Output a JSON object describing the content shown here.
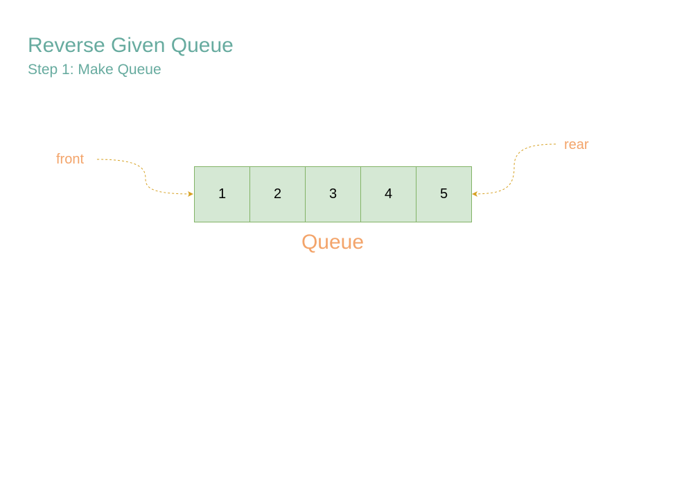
{
  "header": {
    "title": "Reverse Given Queue",
    "subtitle": "Step 1: Make Queue"
  },
  "pointers": {
    "front_label": "front",
    "rear_label": "rear"
  },
  "queue": {
    "caption": "Queue",
    "items": [
      "1",
      "2",
      "3",
      "4",
      "5"
    ]
  },
  "colors": {
    "title": "#67AB9F",
    "pointer_label": "#F3A46A",
    "connector": "#D6A021",
    "cell_fill": "#D5E8D4",
    "cell_border": "#82B366"
  }
}
